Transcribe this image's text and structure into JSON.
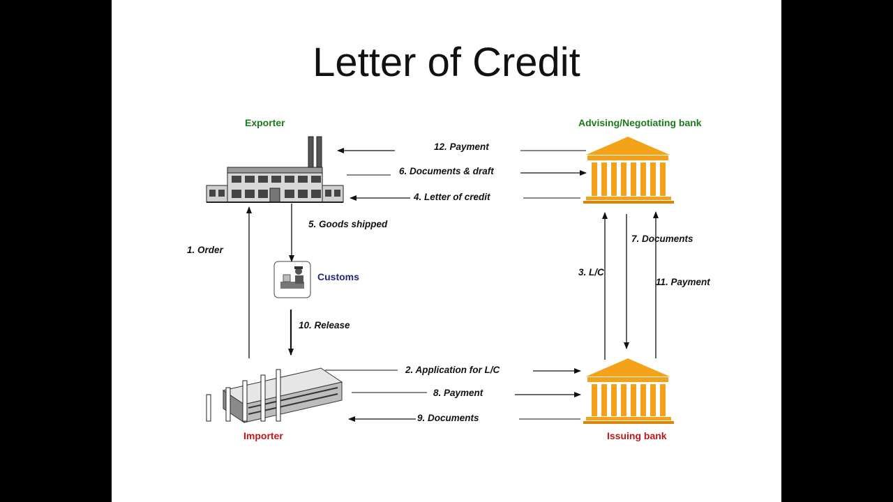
{
  "title": "Letter of Credit",
  "nodes": {
    "exporter": "Exporter",
    "advising_bank": "Advising/Negotiating bank",
    "customs": "Customs",
    "importer": "Importer",
    "issuing_bank": "Issuing bank"
  },
  "flows": {
    "order": "1. Order",
    "application": "2. Application for L/C",
    "lc": "3. L/C",
    "letter_of_credit": "4. Letter of credit",
    "goods_shipped": "5. Goods shipped",
    "documents_draft": "6. Documents &  draft",
    "documents_7": "7. Documents",
    "payment_8": "8. Payment",
    "documents_9": "9. Documents",
    "release": "10. Release",
    "payment_11": "11. Payment",
    "payment_12": "12. Payment"
  },
  "colors": {
    "exporter_label": "#1a7a1a",
    "advising_label": "#1a7a1a",
    "importer_label": "#c0161a",
    "issuing_label": "#c0161a",
    "customs_label": "#1f2a7a",
    "bank_fill": "#f5a21b",
    "bank_shadow": "#d9860a"
  },
  "icons": {
    "exporter": "factory-icon",
    "importer": "office-building-icon",
    "customs": "customs-officer-icon",
    "banks": "bank-building-icon"
  }
}
